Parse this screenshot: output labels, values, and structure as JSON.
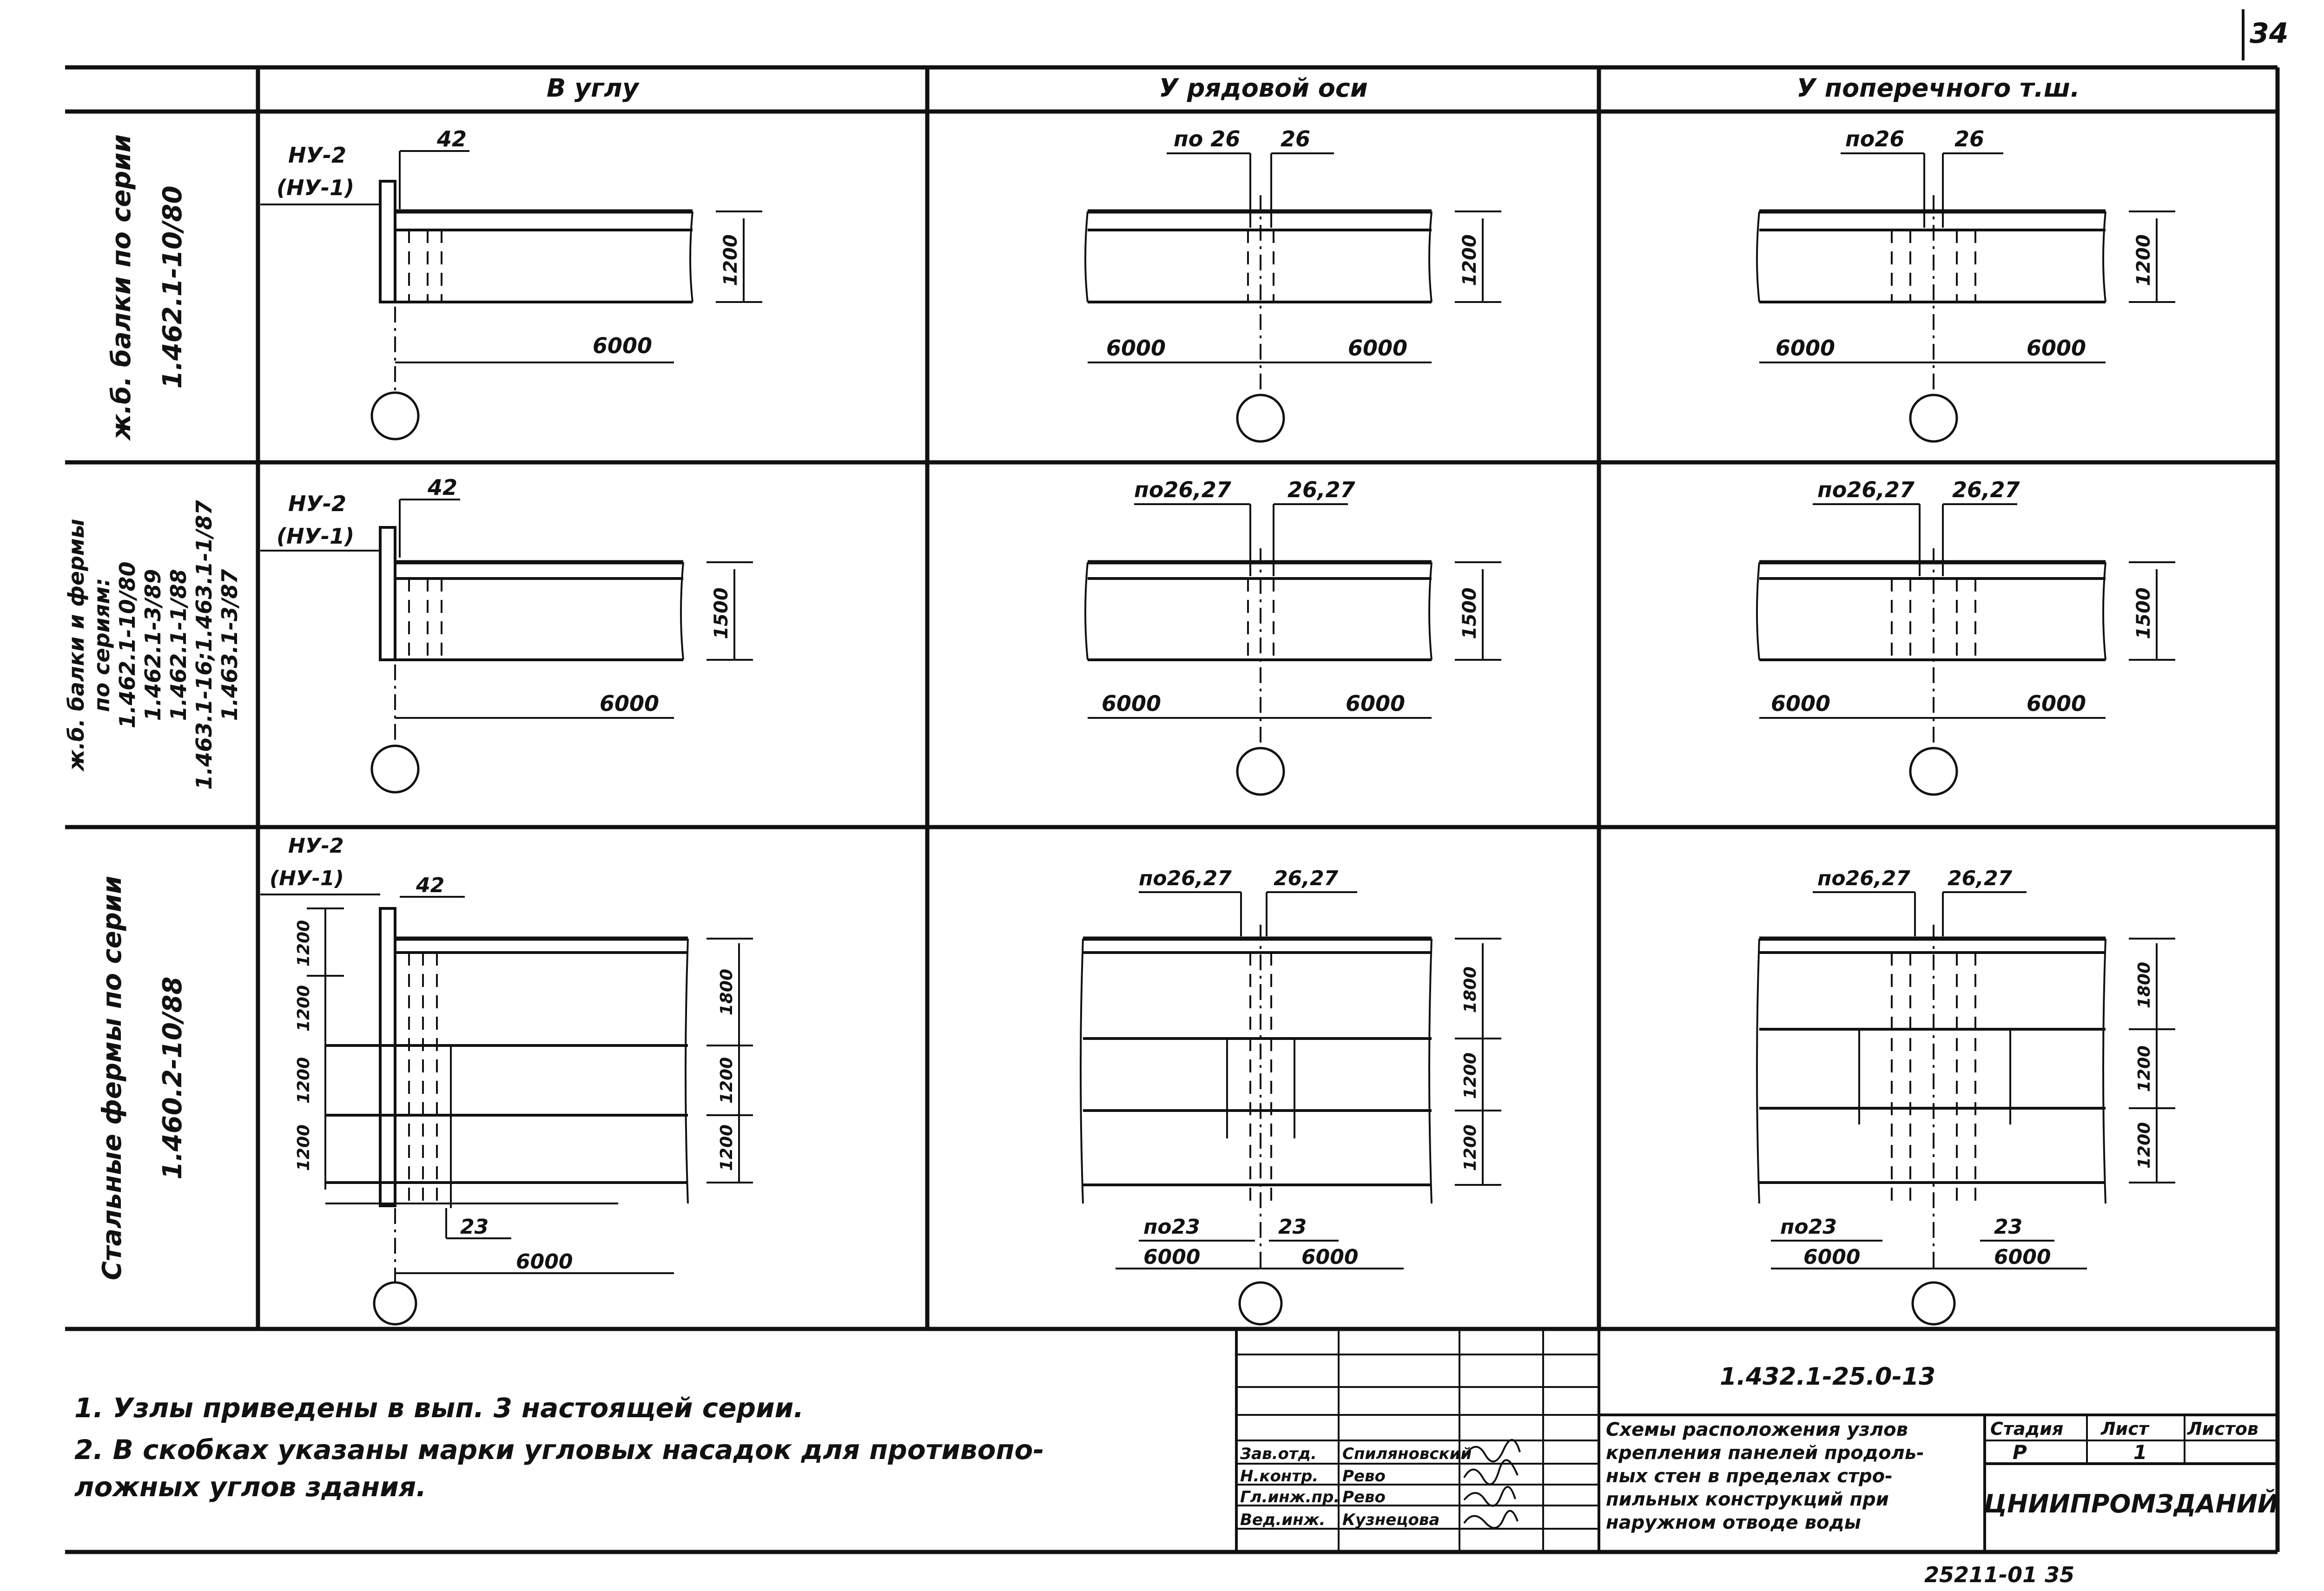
{
  "page_number": "34",
  "columns": [
    "В углу",
    "У рядовой оси",
    "У поперечного т.ш."
  ],
  "rows": [
    {
      "label_lines": [
        "ж.б. балки по серии",
        "1.462.1-10/80"
      ],
      "cells": [
        {
          "tag1": "НУ-2",
          "tag2": "(НУ-1)",
          "gap": "42",
          "height": "1200",
          "span": "6000"
        },
        {
          "left": "по 26",
          "right": "26",
          "height": "1200",
          "span_left": "6000",
          "span_right": "6000"
        },
        {
          "left": "по26",
          "right": "26",
          "height": "1200",
          "span_left": "6000",
          "span_right": "6000"
        }
      ]
    },
    {
      "label_lines": [
        "ж.б. балки и фермы",
        "по сериям:",
        "1.462.1-10/80",
        "1.462.1-3/89",
        "1.462.1-1/88",
        "1.463.1-16;1.463.1-1/87",
        "1.463.1-3/87"
      ],
      "cells": [
        {
          "tag1": "НУ-2",
          "tag2": "(НУ-1)",
          "gap": "42",
          "height": "1500",
          "span": "6000"
        },
        {
          "left": "по26,27",
          "right": "26,27",
          "height": "1500",
          "span_left": "6000",
          "span_right": "6000"
        },
        {
          "left": "по26,27",
          "right": "26,27",
          "height": "1500",
          "span_left": "6000",
          "span_right": "6000"
        }
      ]
    },
    {
      "label_lines": [
        "Стальные фермы по серии",
        "1.460.2-10/88"
      ],
      "cells": [
        {
          "tag1": "НУ-2",
          "tag2": "(НУ-1)",
          "gap": "42",
          "heights_left": [
            "1200",
            "1200",
            "1200",
            "1200"
          ],
          "heights_right": [
            "1800",
            "1200",
            "1200"
          ],
          "bottom": "23",
          "span": "6000"
        },
        {
          "left": "по26,27",
          "right": "26,27",
          "heights_right": [
            "1800",
            "1200",
            "1200"
          ],
          "bottom_left": "по23",
          "bottom_right": "23",
          "span_left": "6000",
          "span_right": "6000"
        },
        {
          "left": "по26,27",
          "right": "26,27",
          "heights_right": [
            "1800",
            "1200",
            "1200"
          ],
          "bottom_left": "по23",
          "bottom_right": "23",
          "span_left": "6000",
          "span_right": "6000"
        }
      ]
    }
  ],
  "notes": [
    "1.  Узлы приведены  в вып. 3  настоящей  серии.",
    "2. В скобках указаны марки угловых насадок для противопо-",
    "   ложных углов здания."
  ],
  "title_block": {
    "doc_code": "1.432.1-25.0-13",
    "description_lines": [
      "Схемы расположения узлов",
      "крепления панелей продоль-",
      "ных стен в пределах стро-",
      "пильных конструкций при",
      "наружном отводе воды"
    ],
    "stage_header": "Стадия",
    "sheet_header": "Лист",
    "sheets_header": "Листов",
    "stage": "Р",
    "sheet": "1",
    "organization": "ЦНИИПРОМЗДАНИЙ",
    "signatures": [
      {
        "role": "Зав.отд.",
        "name": "Спиляновский"
      },
      {
        "role": "Н.контр.",
        "name": "Рево"
      },
      {
        "role": "Гл.инж.пр.",
        "name": "Рево"
      },
      {
        "role": "Вед.инж.",
        "name": "Кузнецова"
      }
    ]
  },
  "footer_code": "25211-01  35"
}
